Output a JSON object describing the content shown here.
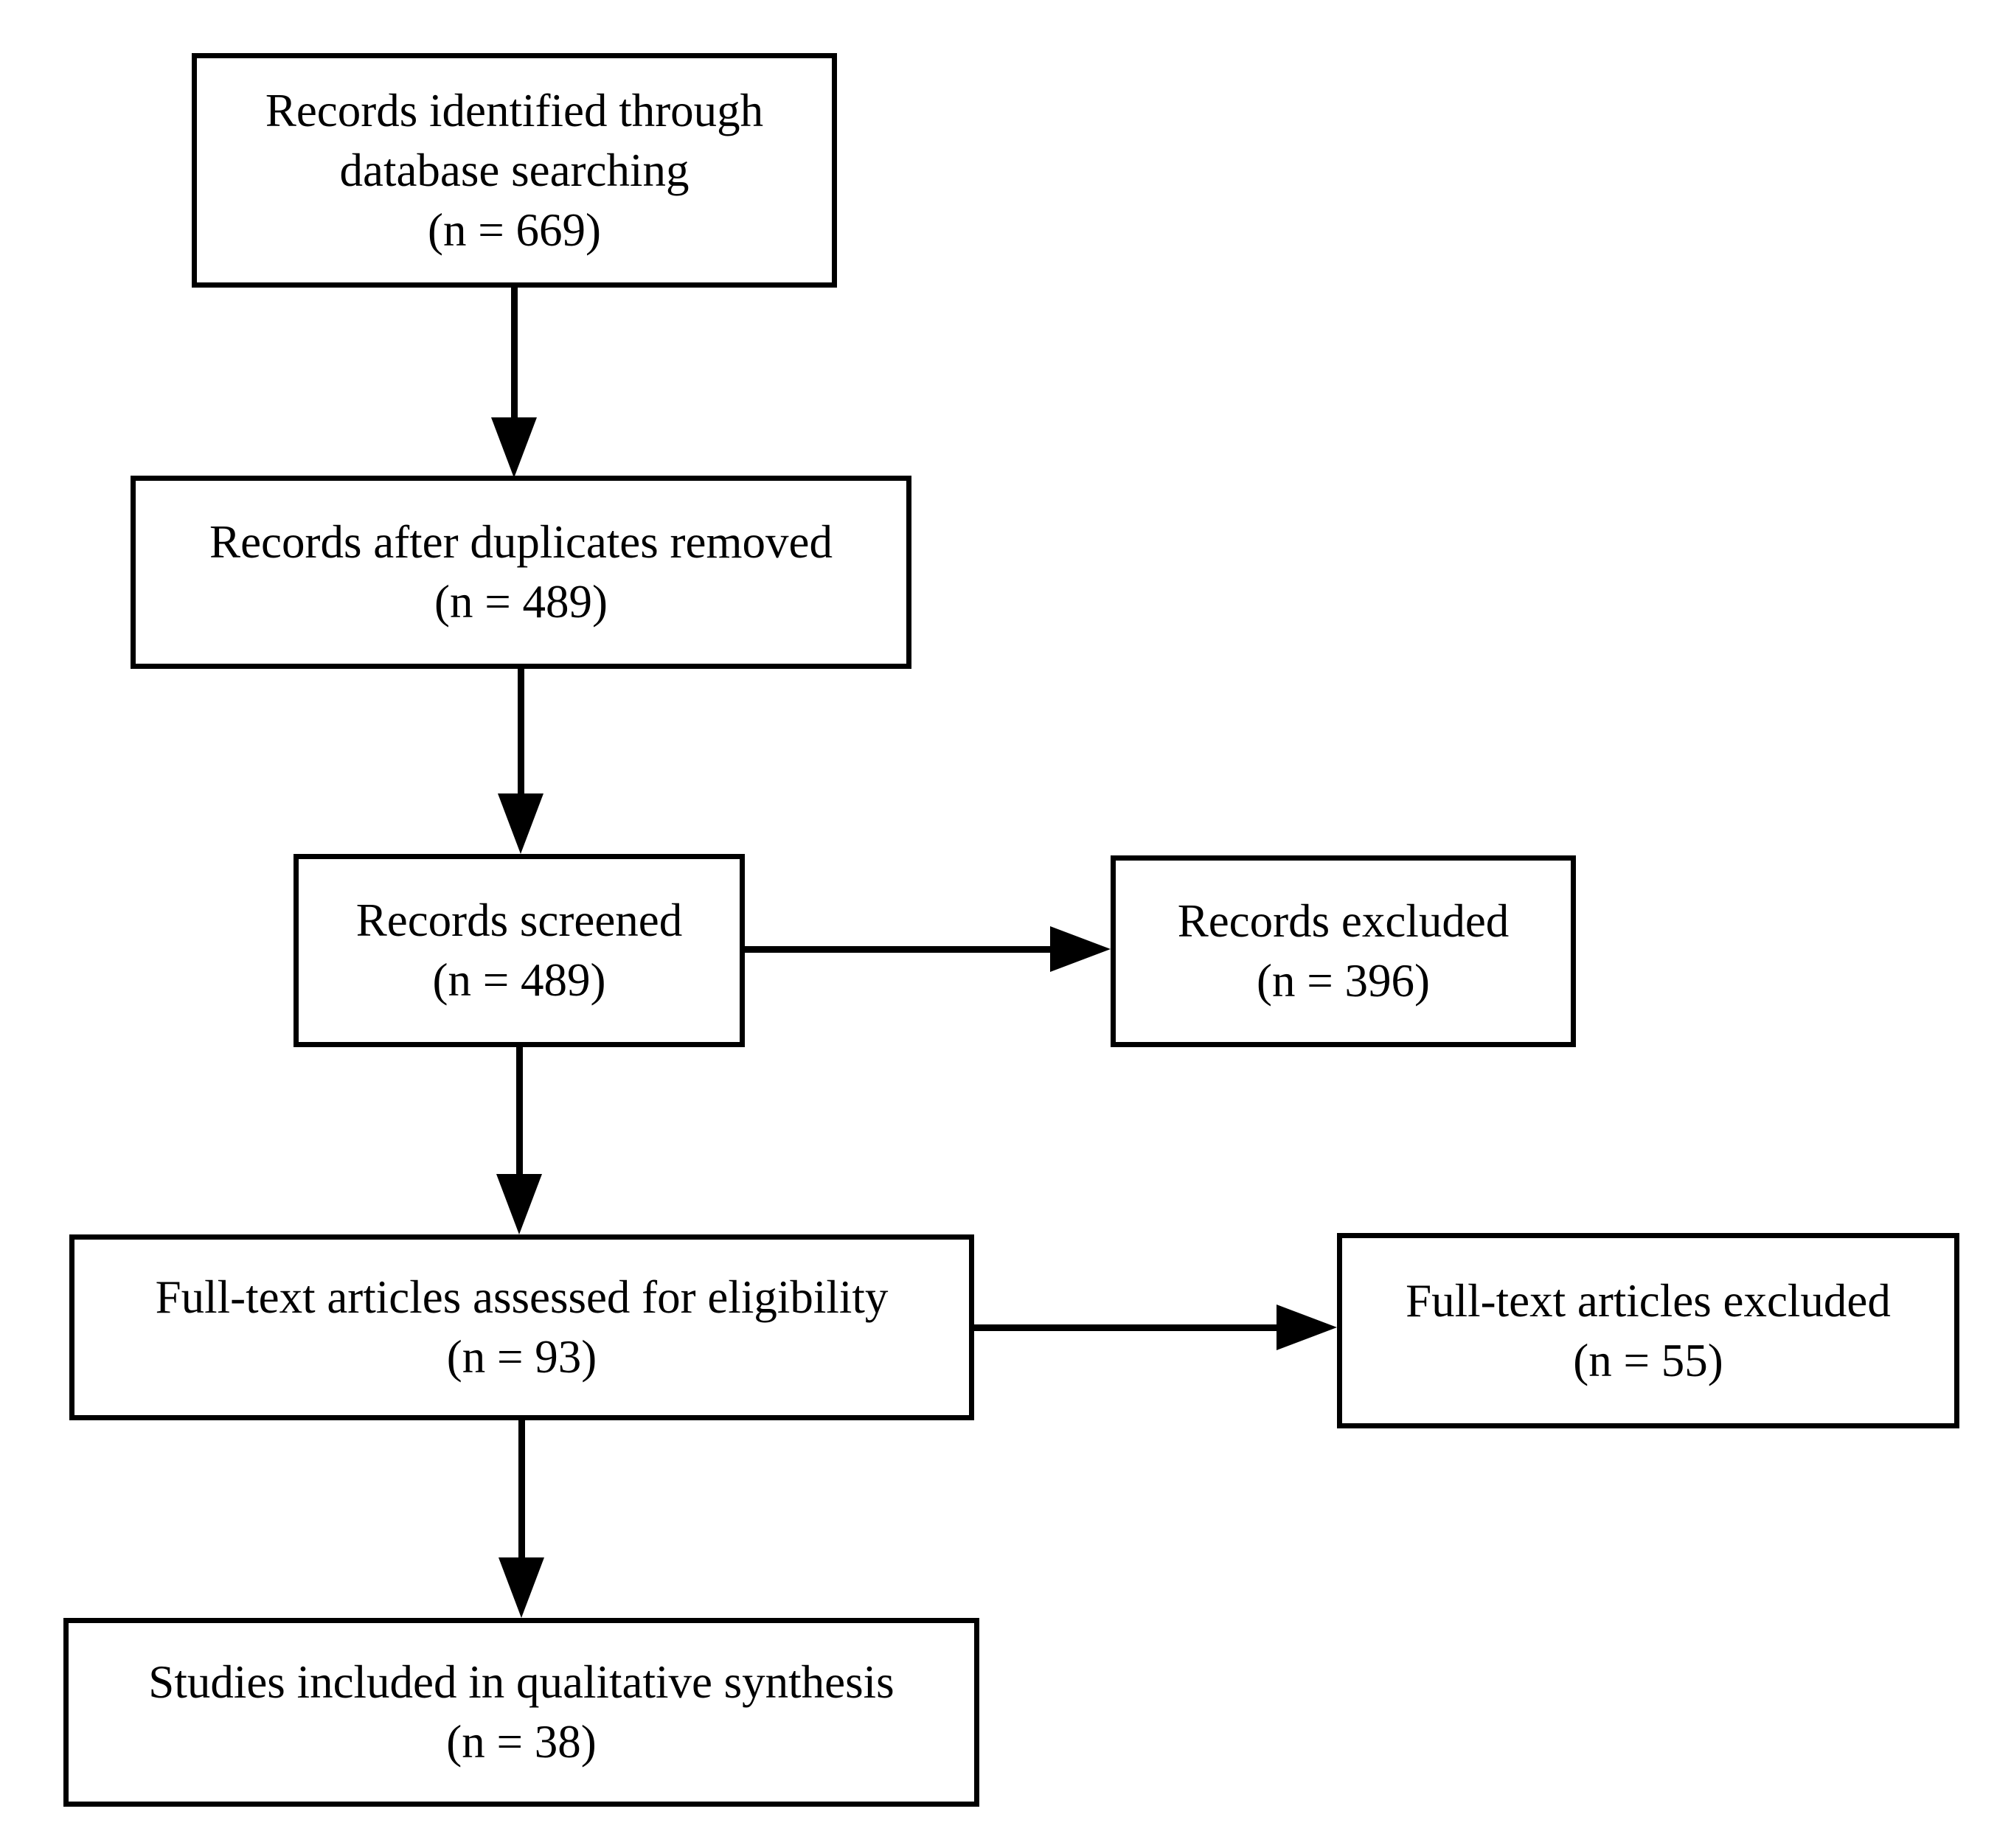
{
  "diagram": {
    "background_color": "#ffffff",
    "line_color": "#000000",
    "boxes": [
      {
        "id": "identified",
        "lines": [
          "Records identified through",
          "database searching",
          "(n = 669)"
        ]
      },
      {
        "id": "deduplicated",
        "lines": [
          "Records after duplicates removed",
          "(n = 489)"
        ]
      },
      {
        "id": "screened",
        "lines": [
          "Records screened",
          "(n = 489)"
        ]
      },
      {
        "id": "records-excluded",
        "lines": [
          "Records excluded",
          "(n = 396)"
        ]
      },
      {
        "id": "fulltext-assessed",
        "lines": [
          "Full-text articles assessed for eligibility",
          "(n = 93)"
        ]
      },
      {
        "id": "fulltext-excluded",
        "lines": [
          "Full-text articles excluded",
          "(n = 55)"
        ]
      },
      {
        "id": "included",
        "lines": [
          "Studies included in qualitative synthesis",
          "(n = 38)"
        ]
      }
    ],
    "connections": [
      {
        "from": "identified",
        "to": "deduplicated",
        "direction": "down"
      },
      {
        "from": "deduplicated",
        "to": "screened",
        "direction": "down"
      },
      {
        "from": "screened",
        "to": "records-excluded",
        "direction": "right"
      },
      {
        "from": "screened",
        "to": "fulltext-assessed",
        "direction": "down"
      },
      {
        "from": "fulltext-assessed",
        "to": "fulltext-excluded",
        "direction": "right"
      },
      {
        "from": "fulltext-assessed",
        "to": "included",
        "direction": "down"
      }
    ]
  }
}
